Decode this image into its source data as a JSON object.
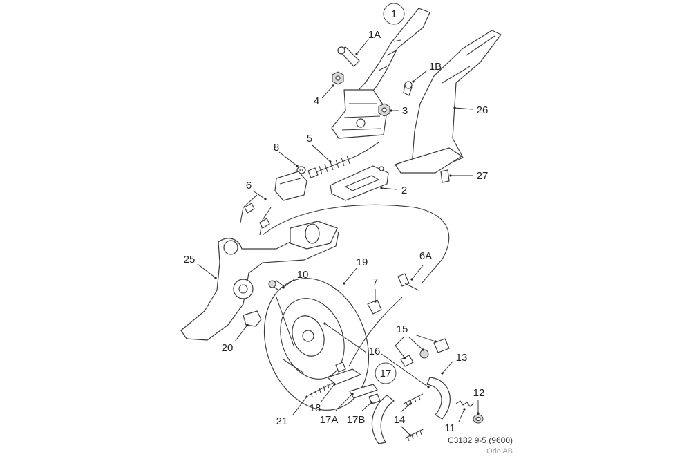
{
  "labels": {
    "group_1": "1",
    "p1A": "1A",
    "p1B": "1B",
    "p2": "2",
    "p3": "3",
    "p4": "4",
    "p5": "5",
    "p6": "6",
    "p6A": "6A",
    "p7": "7",
    "p8": "8",
    "p10": "10",
    "p11": "11",
    "p12": "12",
    "p13": "13",
    "p14": "14",
    "p15": "15",
    "p16": "16",
    "group_17": "17",
    "p17A": "17A",
    "p17B": "17B",
    "p18": "18",
    "p19": "19",
    "p20": "20",
    "p21": "21",
    "p25": "25",
    "p26": "26",
    "p27": "27"
  },
  "footer": {
    "code": "C3182 9-5 (9600)",
    "credit": "Orio AB"
  }
}
